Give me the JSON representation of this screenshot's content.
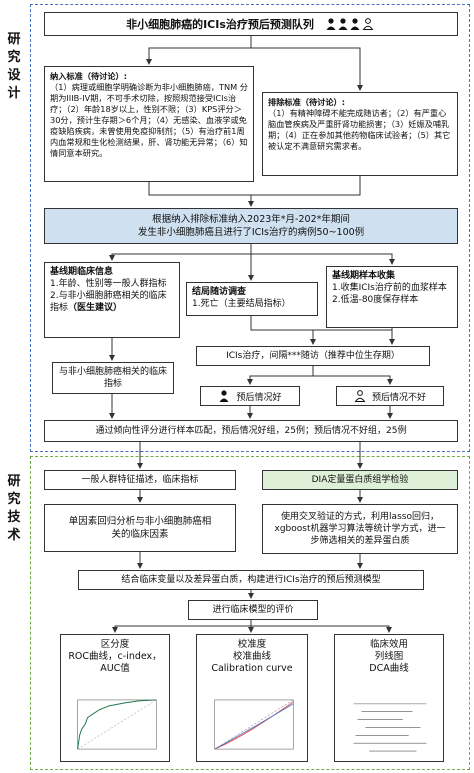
{
  "side": {
    "research_design": [
      "研",
      "究",
      "设",
      "计"
    ],
    "research_tech": [
      "研",
      "究",
      "技",
      "术"
    ]
  },
  "header": {
    "title": "非小细胞肺癌的ICIs治疗预后预测队列"
  },
  "inclusion": {
    "title": "纳入标准（待讨论）:",
    "body": "（1）病理或细胞学明确诊断为非小细胞肺癌，TNM 分期为IIIB-IV期，不可手术切除，按照规范接受ICIs治疗；（2）年龄18岁以上，性别不限；（3）KPS评分＞30分，预计生存期＞6个月；（4）无感染、血液学或免疫缺陷疾病，未曾使用免疫抑制剂；（5）有治疗前1周内血常规和生化检测结果，肝、肾功能无异常；（6）知情同意本研究。"
  },
  "exclusion": {
    "title": "排除标准（待讨论）:",
    "body": "（1）有精神障碍不能完成随访者；（2）有严重心脑血管疾病及严重肝肾功能损害；（3）妊娠及哺乳期；（4）正在参加其他药物临床试验者；（5）其它被认定不满意研究需求者。"
  },
  "cohort": {
    "line1": "根据纳入排除标准纳入2023年*月-202*年期间",
    "line2": "发生非小细胞肺癌且进行了ICIs治疗的病例50~100例"
  },
  "baseline_clinical": {
    "title": "基线期临床信息",
    "item1": "1.年龄、性别等一般人群指标",
    "item2": "2.与非小细胞肺癌相关的临床指标",
    "item2_note": "（医生建议）"
  },
  "followup": {
    "title": "结局随访调查",
    "item1": "1.死亡（主要结局指标）"
  },
  "baseline_sample": {
    "title": "基线期样本收集",
    "item1": "1.收集ICIs治疗前的血浆样本",
    "item2": "2.低温-80度保存样本"
  },
  "nsclc_indicators": "与非小细胞肺癌相关的临床指标",
  "icis_followup": "ICIs治疗，间隔***随访（推荐中位生存期）",
  "prognosis_good": "预后情况好",
  "prognosis_bad": "预后情况不好",
  "matching": "通过倾向性评分进行样本匹配，预后情况好组，25例；预后情况不好组，25例",
  "general_desc": "一般人群特征描述，临床指标",
  "dia": "DIA定量蛋白质组学检验",
  "regression": "单因素回归分析与非小细胞肺癌相关的临床因素",
  "ml": "使用交叉验证的方式，利用lasso回归，xgboost机器学习算法等统计学方式，进一步筛选相关的差异蛋白质",
  "model_build": "结合临床变量以及差异蛋白质，构建进行ICIs治疗的预后预测模型",
  "evaluation": "进行临床模型的评价",
  "eval_boxes": [
    "区分度\nROC曲线，c-index，AUC值",
    "校准度\n校准曲线\nCalibration curve",
    "临床效用\n列线图\nDCA曲线"
  ],
  "colors": {
    "cohort_fill": "#cfe0f0",
    "dia_fill": "#dff0d8",
    "blue_dash": "#4472c4",
    "green_dash": "#70ad47",
    "roc_curve": "#1a7a4a",
    "calib_line": "#d9534f"
  }
}
